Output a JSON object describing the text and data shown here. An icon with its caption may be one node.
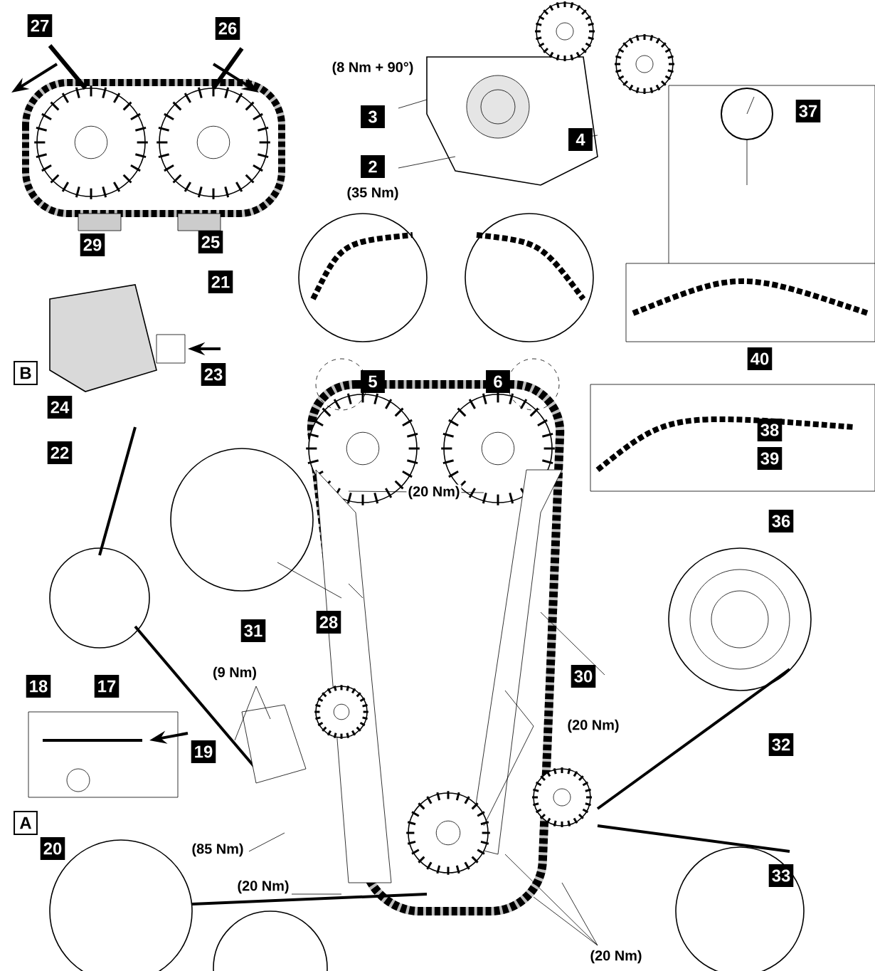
{
  "diagram": {
    "labels": [
      "27",
      "26",
      "(8 Nm + 90°)",
      "3",
      "37",
      "4",
      "2",
      "(35 Nm)",
      "29",
      "25",
      "21",
      "40",
      "B",
      "23",
      "5",
      "6",
      "24",
      "22",
      "38",
      "39",
      "(20 Nm)",
      "36",
      "28",
      "31",
      "18",
      "17",
      "(9 Nm)",
      "30",
      "(20 Nm)",
      "19",
      "32",
      "A",
      "20",
      "(85 Nm)",
      "(20 Nm)",
      "33",
      "(20 Nm)"
    ]
  }
}
